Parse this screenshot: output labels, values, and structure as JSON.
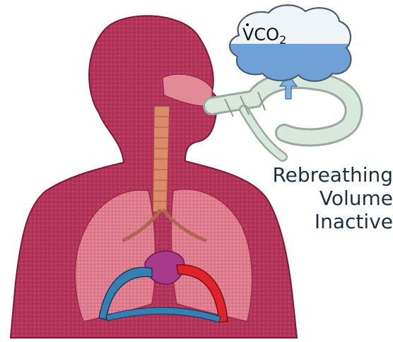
{
  "diagram": {
    "cloud_label": {
      "symbol": "V",
      "formula": "CO",
      "subscript": "2"
    },
    "status_lines": [
      "Rebreathing",
      "Volume",
      "Inactive"
    ],
    "colors": {
      "skin": "#b4345c",
      "skin_dark": "#8e2446",
      "lungs": "#df7c8d",
      "airway": "#dd8a6a",
      "venous": "#3580b0",
      "arterial": "#e0222a",
      "heart": "#a83a8c",
      "tube": "#d8e8dc",
      "cloud_fill": "#eef4f8",
      "cloud_co2": "#6fa0d6",
      "arrow": "#7fb2e4",
      "text": "#1f2f3f"
    }
  }
}
